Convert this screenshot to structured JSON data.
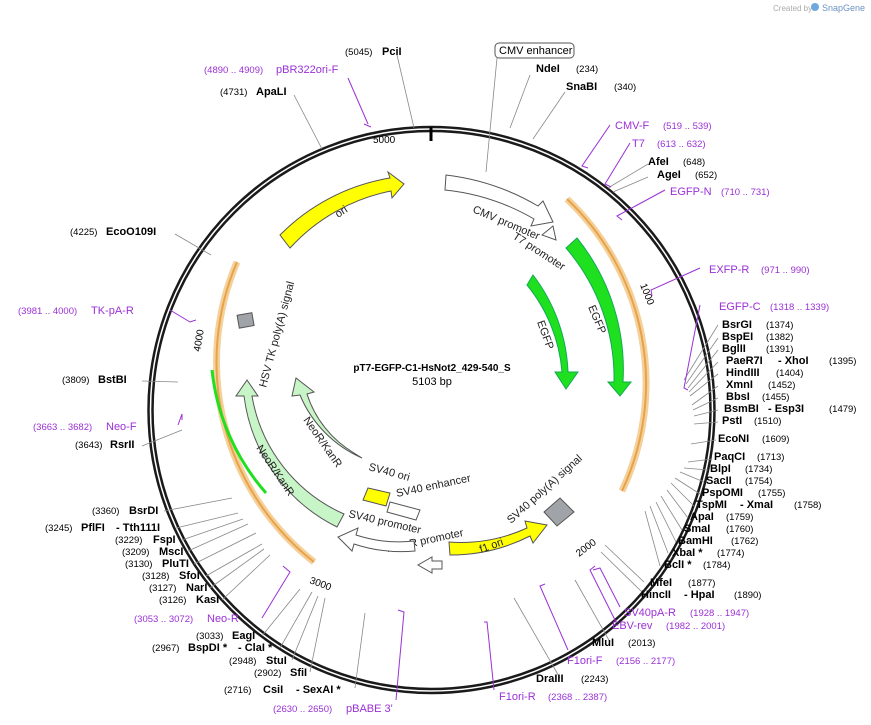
{
  "watermark": {
    "created_by": "Created by",
    "brand": "SnapGene",
    "logo_icon": "snapgene-logo-icon"
  },
  "plasmid": {
    "name": "pT7-EGFP-C1-HsNot2_429-540_S",
    "size": "5103 bp"
  },
  "ticks": [
    "1000",
    "2000",
    "3000",
    "4000",
    "5000"
  ],
  "features": {
    "cmv_enhancer": "CMV enhancer",
    "cmv_promoter": "CMV promoter",
    "t7_promoter": "T7 promoter",
    "egfp_outer": "EGFP",
    "egfp_inner": "EGFP",
    "sv40_polya": "SV40 poly(A) signal",
    "f1_ori": "f1 ori",
    "ampr_promoter": "AmpR promoter",
    "sv40_promoter": "SV40 promoter",
    "sv40_enhancer": "SV40 enhancer",
    "sv40_ori": "SV40 ori",
    "neor_kanr_inner": "NeoR/KanR",
    "neor_kanr_outer": "NeoR/KanR",
    "hsv_tk_polya": "HSV TK poly(A) signal",
    "ori": "ori"
  },
  "enzymes": [
    {
      "name": "PciI",
      "pos": "(5045)"
    },
    {
      "name": "NdeI",
      "pos": "(234)"
    },
    {
      "name": "SnaBI",
      "pos": "(340)"
    },
    {
      "name": "ApaLI",
      "pos": "(4731)"
    },
    {
      "name": "AfeI",
      "pos": "(648)"
    },
    {
      "name": "AgeI",
      "pos": "(652)"
    },
    {
      "name": "EcoO109I",
      "pos": "(4225)"
    },
    {
      "name": "BsrGI",
      "pos": "(1374)"
    },
    {
      "name": "BspEI",
      "pos": "(1382)"
    },
    {
      "name": "BglII",
      "pos": "(1391)"
    },
    {
      "name": "PaeR7I",
      "name2": "- XhoI",
      "pos": "(1395)"
    },
    {
      "name": "HindIII",
      "pos": "(1404)"
    },
    {
      "name": "XmnI",
      "pos": "(1452)"
    },
    {
      "name": "BbsI",
      "pos": "(1455)"
    },
    {
      "name": "BsmBI",
      "name2": "- Esp3I",
      "pos": "(1479)"
    },
    {
      "name": "PstI",
      "pos": "(1510)"
    },
    {
      "name": "EcoNI",
      "pos": "(1609)"
    },
    {
      "name": "BstBI",
      "pos": "(3809)"
    },
    {
      "name": "RsrII",
      "pos": "(3643)"
    },
    {
      "name": "PaqCI",
      "pos": "(1713)"
    },
    {
      "name": "BlpI",
      "pos": "(1734)"
    },
    {
      "name": "SacII",
      "pos": "(1754)"
    },
    {
      "name": "PspOMI",
      "pos": "(1755)"
    },
    {
      "name": "TspMI",
      "name2": "- XmaI",
      "pos": "(1758)"
    },
    {
      "name": "ApaI",
      "pos": "(1759)"
    },
    {
      "name": "SmaI",
      "pos": "(1760)"
    },
    {
      "name": "BamHI",
      "pos": "(1762)"
    },
    {
      "name": "XbaI *",
      "pos": "(1774)"
    },
    {
      "name": "BclI *",
      "pos": "(1784)"
    },
    {
      "name": "BsrDI",
      "pos": "(3360)"
    },
    {
      "name": "PflFI",
      "name2": "- Tth111I",
      "pos": "(3245)"
    },
    {
      "name": "FspI",
      "pos": "(3229)"
    },
    {
      "name": "MscI",
      "pos": "(3209)"
    },
    {
      "name": "PluTI",
      "pos": "(3130)"
    },
    {
      "name": "SfoI",
      "pos": "(3128)"
    },
    {
      "name": "NarI",
      "pos": "(3127)"
    },
    {
      "name": "KasI",
      "pos": "(3126)"
    },
    {
      "name": "MfeI",
      "pos": "(1877)"
    },
    {
      "name": "HincII",
      "name2": "- HpaI",
      "pos": "(1890)"
    },
    {
      "name": "EagI",
      "pos": "(3033)"
    },
    {
      "name": "BspDI *",
      "name2": "- ClaI *",
      "pos": "(2967)"
    },
    {
      "name": "StuI",
      "pos": "(2948)"
    },
    {
      "name": "SfiI",
      "pos": "(2902)"
    },
    {
      "name": "MluI",
      "pos": "(2013)"
    },
    {
      "name": "CsiI",
      "name2": "- SexAI *",
      "pos": "(2716)"
    },
    {
      "name": "DraIII",
      "pos": "(2243)"
    }
  ],
  "primers": [
    {
      "name": "pBR322ori-F",
      "pos": "(4890 .. 4909)"
    },
    {
      "name": "CMV-F",
      "pos": "(519 .. 539)"
    },
    {
      "name": "T7",
      "pos": "(613 .. 632)"
    },
    {
      "name": "EGFP-N",
      "pos": "(710 .. 731)"
    },
    {
      "name": "EXFP-R",
      "pos": "(971 .. 990)"
    },
    {
      "name": "EGFP-C",
      "pos": "(1318 .. 1339)"
    },
    {
      "name": "TK-pA-R",
      "pos": "(3981 .. 4000)"
    },
    {
      "name": "Neo-F",
      "pos": "(3663 .. 3682)"
    },
    {
      "name": "SV40pA-R",
      "pos": "(1928 .. 1947)"
    },
    {
      "name": "EBV-rev",
      "pos": "(1982 .. 2001)"
    },
    {
      "name": "Neo-R",
      "pos": "(3053 .. 3072)"
    },
    {
      "name": "F1ori-F",
      "pos": "(2156 .. 2177)"
    },
    {
      "name": "F1ori-R",
      "pos": "(2368 .. 2387)"
    },
    {
      "name": "pBABE 3'",
      "pos": "(2630 .. 2650)"
    }
  ],
  "colors": {
    "primer": "#9b30d6",
    "egfp": "#1fe01f",
    "ori": "#ffff00",
    "neor": "#c8f5c8",
    "orange_arc": "#e8a24a",
    "backbone": "#1a1a1a",
    "gray_feature": "#a0a4a8"
  }
}
